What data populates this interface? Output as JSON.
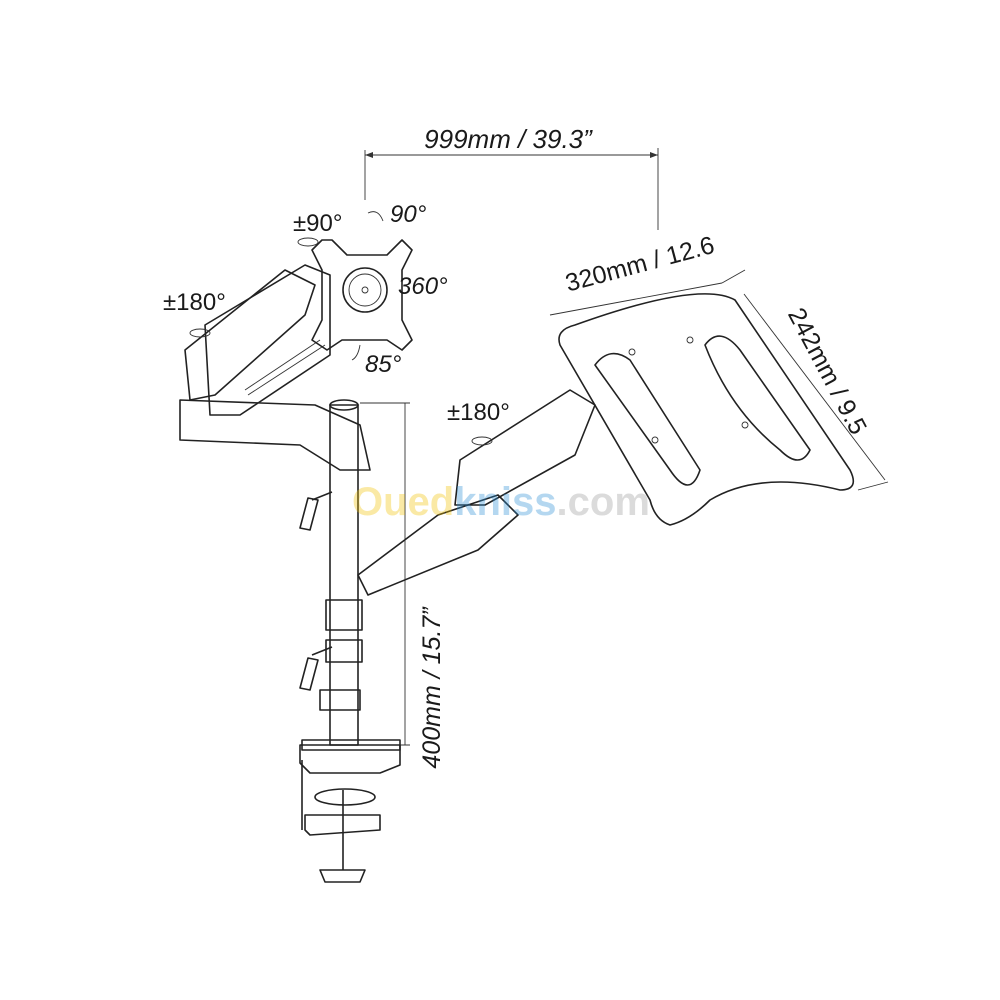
{
  "dimensions": {
    "total_reach": "999mm / 39.3”",
    "tray_width": "320mm / 12.6",
    "tray_depth": "242mm / 9.5",
    "pole_height": "400mm / 15.7”"
  },
  "rotations": {
    "monitor_swivel": "±90°",
    "monitor_tilt_up": "90°",
    "monitor_rotate": "360°",
    "monitor_tilt_down": "85°",
    "left_arm_swivel": "±180°",
    "right_arm_swivel": "±180°"
  },
  "watermark": {
    "brand": "Oued",
    "brand2": "kniss",
    "suffix": ".com",
    "color_yellow": "#f2c200",
    "color_blue": "#2a8fd6"
  }
}
